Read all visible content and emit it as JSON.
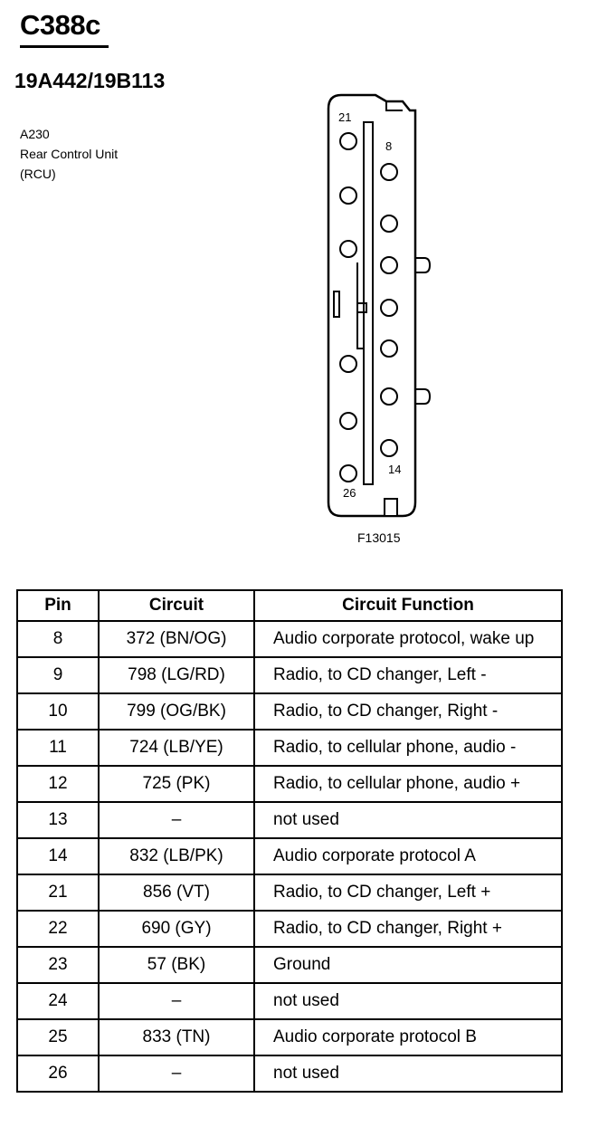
{
  "header": {
    "connector_id": "C388c",
    "part_numbers": "19A442/19B113"
  },
  "component": {
    "code": "A230",
    "name": "Rear Control Unit",
    "abbr": "(RCU)"
  },
  "diagram": {
    "pin_labels": {
      "top_left": "21",
      "top_right": "8",
      "bottom_left": "26",
      "bottom_right": "14"
    },
    "figure_id": "F13015"
  },
  "table": {
    "headers": [
      "Pin",
      "Circuit",
      "Circuit Function"
    ],
    "rows": [
      {
        "pin": "8",
        "circuit": "372 (BN/OG)",
        "function": "Audio corporate protocol, wake up"
      },
      {
        "pin": "9",
        "circuit": "798 (LG/RD)",
        "function": "Radio, to CD changer, Left -"
      },
      {
        "pin": "10",
        "circuit": "799 (OG/BK)",
        "function": "Radio, to CD changer, Right -"
      },
      {
        "pin": "11",
        "circuit": "724 (LB/YE)",
        "function": "Radio, to cellular phone, audio -"
      },
      {
        "pin": "12",
        "circuit": "725 (PK)",
        "function": "Radio, to cellular phone, audio +"
      },
      {
        "pin": "13",
        "circuit": "–",
        "function": "not used"
      },
      {
        "pin": "14",
        "circuit": "832 (LB/PK)",
        "function": "Audio corporate protocol A"
      },
      {
        "pin": "21",
        "circuit": "856 (VT)",
        "function": "Radio, to CD changer, Left +"
      },
      {
        "pin": "22",
        "circuit": "690 (GY)",
        "function": "Radio, to CD changer, Right +"
      },
      {
        "pin": "23",
        "circuit": "57 (BK)",
        "function": "Ground"
      },
      {
        "pin": "24",
        "circuit": "–",
        "function": "not used"
      },
      {
        "pin": "25",
        "circuit": "833 (TN)",
        "function": "Audio corporate protocol B"
      },
      {
        "pin": "26",
        "circuit": "–",
        "function": "not used"
      }
    ]
  }
}
